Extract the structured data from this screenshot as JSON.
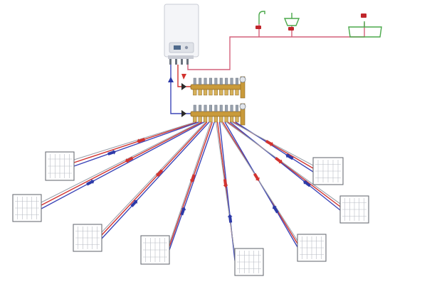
{
  "diagram": {
    "kind": "underfloor-heating-schematic",
    "colors": {
      "supply_pipe": "#d2332f",
      "return_pipe": "#3d46b8",
      "hot_water_pipe": "#d4607a",
      "fixture_outline": "#4aa84a",
      "manifold_brass": "#c99a3a",
      "boiler_casing": "#f4f5f8",
      "loop_outline": "#6c6f76"
    },
    "icons": [
      "boiler-icon",
      "faucet-icon",
      "sink-icon",
      "bathtub-icon",
      "manifold-icon",
      "valve-icon",
      "flow-arrow-icon"
    ],
    "heating_loops": 8,
    "fixtures": 3,
    "manifold_outlets": 9,
    "text_labels": []
  }
}
